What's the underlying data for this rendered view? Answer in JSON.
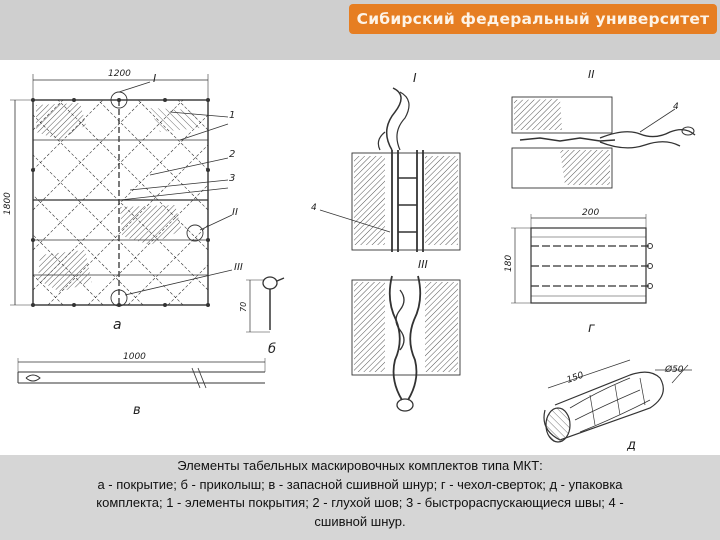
{
  "header": {
    "banner_text": "Сибирский федеральный университет",
    "banner_color": "#e67e22"
  },
  "drawing": {
    "dim_width_a": "1200",
    "dim_height_a": "1800",
    "dim_width_c": "1000",
    "dim_height_b": "70",
    "dim_width_g": "200",
    "dim_height_g": "180",
    "dim_len_d": "150",
    "dim_dia_d": "Ø50",
    "letter_a": "а",
    "letter_b": "б",
    "letter_c": "в",
    "letter_g": "г",
    "letter_d": "д",
    "view_I": "I",
    "view_II": "II",
    "view_III": "III",
    "callout_1": "1",
    "callout_2": "2",
    "callout_3": "3",
    "callout_4": "4"
  },
  "caption": {
    "line1": "Элементы табельных маскировочных комплектов типа МКТ:",
    "line2": "а - покрытие; б - приколыш; в - запасной сшивной шнур; г - чехол-сверток; д - упаковка",
    "line3": "комплекта; 1 - элементы покрытия; 2 - глухой шов; 3 - быстрораспускающиеся швы; 4 -",
    "line4": "сшивной шнур."
  }
}
